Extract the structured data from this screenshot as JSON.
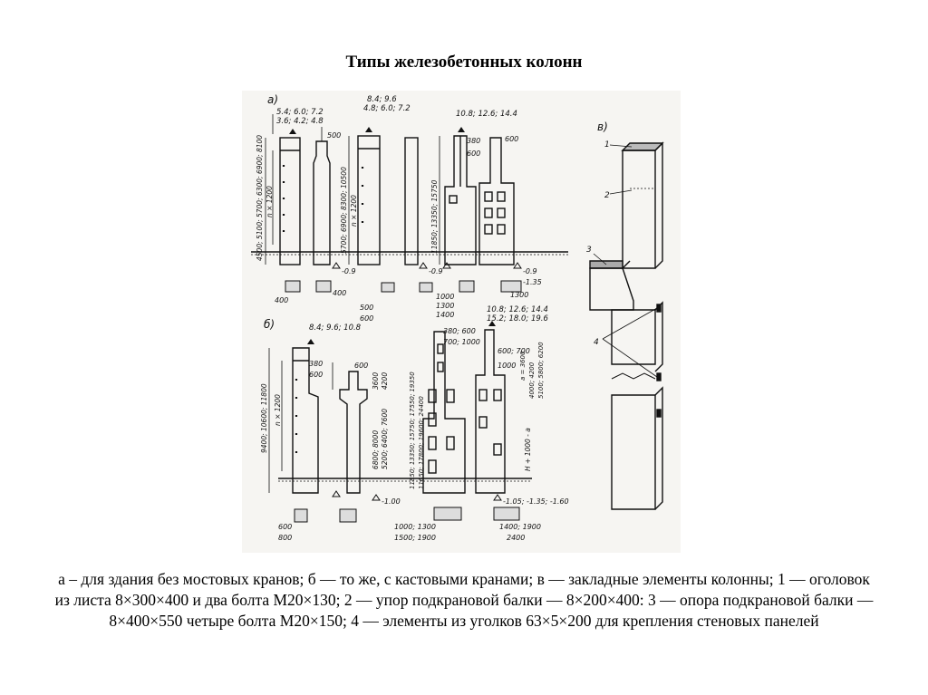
{
  "title": "Типы железобетонных колонн",
  "figure": {
    "panel_labels": {
      "a": "а)",
      "b": "б)",
      "v": "в)"
    },
    "a_labels": {
      "elev1": "5.4; 6.0; 7.2",
      "elev2": "3.6; 4.2; 4.8",
      "elev3": "8.4; 9.6",
      "elev4": "4.8; 6.0; 7.2",
      "elev5": "10.8; 12.6; 14.4",
      "dim_500": "500",
      "dim_380": "380",
      "dim_600": "600",
      "dim_600b": "600",
      "vert1": "4500; 5100; 5700; 6300; 6900; 8100",
      "vert2": "5700; 6900; 8300; 10500",
      "vert3": "11850; 13350; 15750",
      "n1200": "n × 1200",
      "n1200b": "n × 1200",
      "lvl1": "-0.9",
      "lvl2": "-0.9",
      "lvl3": "-0.9",
      "lvl4": "-1.35",
      "sec_400a": "400",
      "sec_400b": "400",
      "sec_500": "500",
      "sec_600": "600",
      "sec_1000": "1000",
      "sec_1300": "1300",
      "sec_1400": "1400",
      "sec_1300b": "1300"
    },
    "b_labels": {
      "elev1": "8.4; 9.6; 10.8",
      "elev2": "10.8; 12.6; 14.4",
      "elev3": "15.2; 18.0; 19.6",
      "dim_380": "380",
      "dim_600": "600",
      "dim_600b": "600",
      "dim_3600": "3600",
      "dim_4200": "4200",
      "dim_380_600": "380; 600",
      "dim_700_1000": "700; 1000",
      "dim_600_700": "600; 700",
      "dim_1000": "1000",
      "vert1": "9400; 10600; 11800",
      "vert2": "6800; 8000",
      "vert3": "5200; 6400; 7600",
      "vert4": "11850; 13350; 15750; 17550; 19350",
      "vert5": "11650; 17800; 19600; 24400",
      "vert6": "a = 3600",
      "vert7": "4000; 4200",
      "vert8": "5100; 5800; 6200",
      "vert9": "H + 1000 - a",
      "n1200": "n × 1200",
      "lvl1": "-1.00",
      "lvl2": "-1.05; -1.35; -1.60",
      "sec_600": "600",
      "sec_800": "800",
      "sec_1000": "1000; 1300",
      "sec_1500": "1500; 1900",
      "sec_1400": "1400; 1900",
      "sec_2400": "2400"
    },
    "v_labels": {
      "item1": "1",
      "item2": "2",
      "item3": "3",
      "item4": "4"
    }
  },
  "caption": "а – для здания без мостовых кранов; б — то же, с кастовыми кранами; в — закладные элементы колонны; 1 — оголовок из листа 8×300×400 и два болта М20×130; 2 — упор подкрановой балки — 8×200×400: 3 — опора подкрановой балки — 8×400×550 четыре болта М20×150; 4 — элементы из уголков 63×5×200 для крепления стеновых панелей"
}
